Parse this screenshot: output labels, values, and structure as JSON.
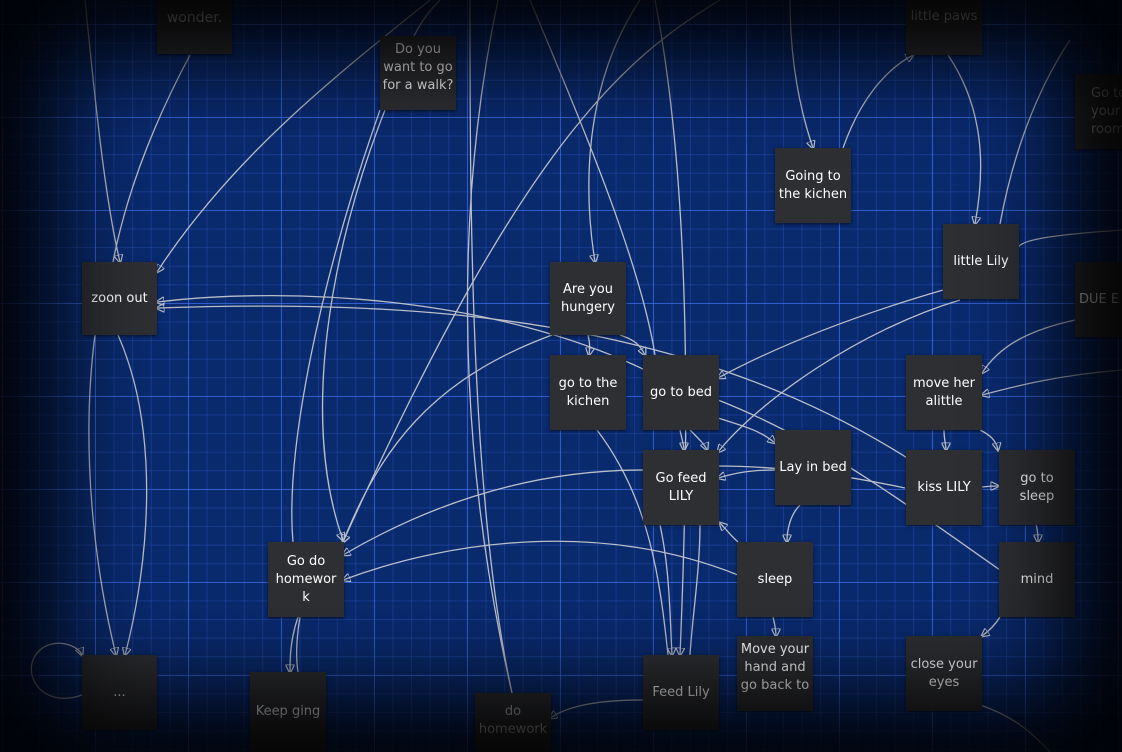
{
  "nodes": {
    "wonder": "wonder.",
    "do_you_want": "Do you want to go for a walk?",
    "little_paws": "little paws",
    "go_to_your_room": "Go to your room",
    "going_kichen": "Going to the kichen",
    "zoon_out": "zoon out",
    "are_you_hungery": "Are you hungery",
    "little_lily": "little Lily",
    "due": "DUE E",
    "go_to_the_kichen": "go to the kichen",
    "go_to_bed": "go to bed",
    "move_her_alittle": "move her alittle",
    "go_feed_lily": "Go feed LILY",
    "lay_in_bed": "Lay in bed",
    "kiss_lily": "kiss LILY",
    "go_to_sleep": "go to sleep",
    "go_do_homework": "Go do homework",
    "sleep": "sleep",
    "mind": "mind",
    "ellipsis": "...",
    "keep_ging": "Keep ging",
    "do_homework": "do homework",
    "feed_lily": "Feed Lily",
    "move_your_hand": "Move your hand and go back to",
    "close_your_eyes": "close your eyes"
  },
  "colors": {
    "background": "#0a2a6e",
    "node": "#2e2f33",
    "edge": "#b9bec8",
    "text": "#ffffff"
  }
}
